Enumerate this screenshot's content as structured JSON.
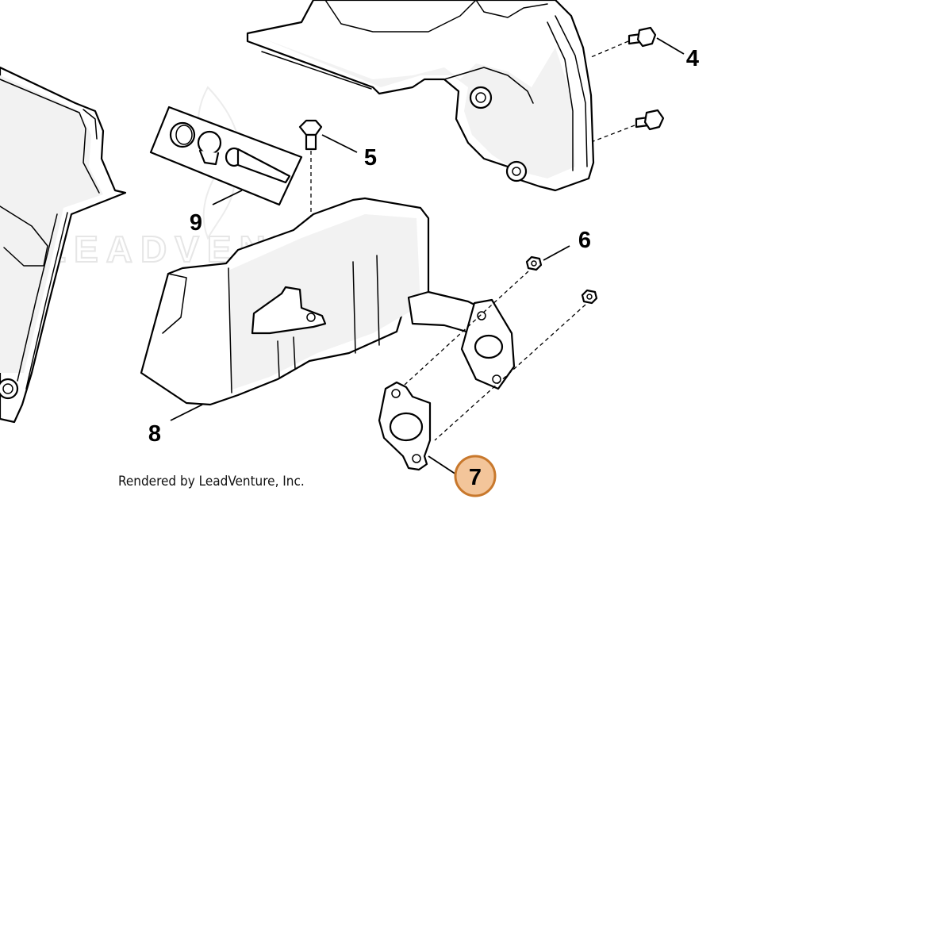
{
  "diagram": {
    "watermark": "LEADVENTURE",
    "credit": "Rendered by LeadVenture, Inc.",
    "callouts": [
      {
        "id": "4",
        "label": "4",
        "highlighted": false
      },
      {
        "id": "5",
        "label": "5",
        "highlighted": false
      },
      {
        "id": "6",
        "label": "6",
        "highlighted": false
      },
      {
        "id": "7",
        "label": "7",
        "highlighted": true
      },
      {
        "id": "8",
        "label": "8",
        "highlighted": false
      },
      {
        "id": "9",
        "label": "9",
        "highlighted": false
      }
    ],
    "colors": {
      "highlight_fill": "#f3c59a",
      "highlight_stroke": "#c8782c",
      "line": "#000000",
      "watermark": "#e6e6e6"
    }
  }
}
